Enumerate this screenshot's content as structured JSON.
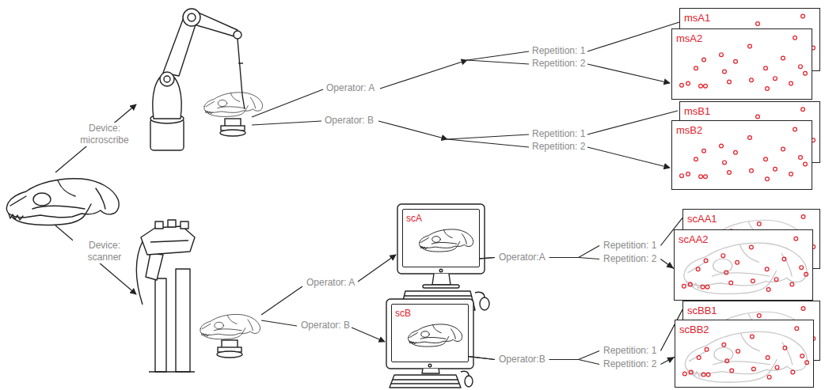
{
  "diagram": {
    "nodes": [
      {
        "text": [
          "msA1"
        ]
      },
      {
        "text": [
          "msA2"
        ]
      },
      {
        "text": [
          "msB1"
        ]
      },
      {
        "text": [
          "msB2"
        ]
      },
      {
        "text": [
          "scA"
        ]
      },
      {
        "text": [
          "scAA1"
        ]
      },
      {
        "text": [
          "scAA2"
        ]
      },
      {
        "text": [
          "scB"
        ]
      },
      {
        "text": [
          "scBB1"
        ]
      },
      {
        "text": [
          "scBB2"
        ]
      }
    ],
    "edges": [
      {
        "from": 4,
        "to": 5,
        "label": "Repetition: 1",
        "arrow": "none"
      },
      {
        "from": 4,
        "to": 6,
        "label": "Repetition: 2",
        "arrow": "to"
      },
      {
        "from": 7,
        "to": 8,
        "label": "Repetition: 1",
        "arrow": "none"
      },
      {
        "from": 7,
        "to": 9,
        "label": "Repetition: 2",
        "arrow": "to"
      }
    ],
    "labels": [
      "Device: microscribe",
      "Operator: A",
      "Repetition: 1",
      "Repetition: 2",
      "Operator: B",
      "Repetition: 1",
      "Repetition: 2",
      "Device: scanner",
      "Operator: A",
      "Operator: B",
      "Operator:A",
      "Operator:B"
    ]
  }
}
